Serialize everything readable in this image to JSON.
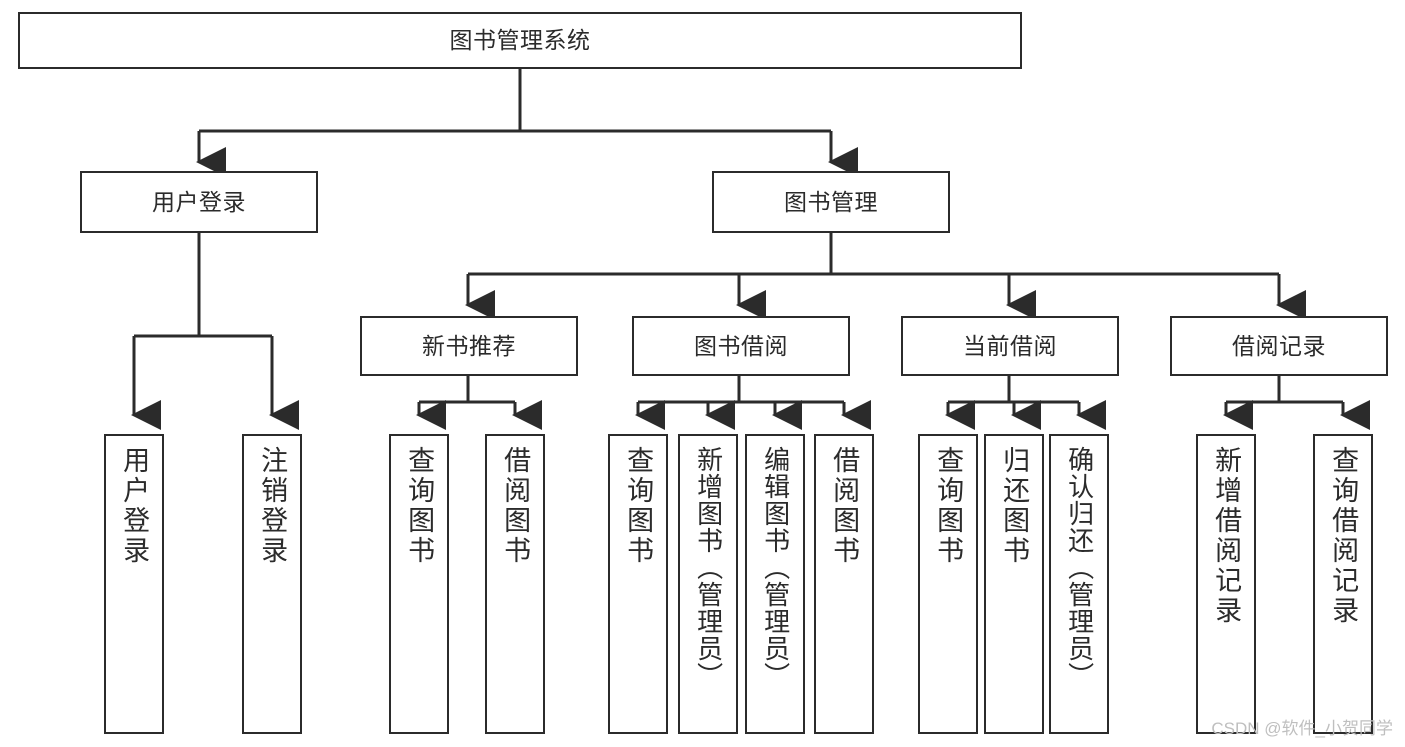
{
  "diagram": {
    "title": "图书管理系统",
    "type": "tree-hierarchy-diagram",
    "colors": {
      "stroke": "#2b2b2b",
      "fill": "#ffffff",
      "background": "#ffffff",
      "watermark": "#bfbfbf"
    },
    "root": {
      "label": "图书管理系统"
    },
    "level2": [
      {
        "label": "用户登录"
      },
      {
        "label": "图书管理"
      }
    ],
    "level3": [
      {
        "label": "新书推荐"
      },
      {
        "label": "图书借阅"
      },
      {
        "label": "当前借阅"
      },
      {
        "label": "借阅记录"
      }
    ],
    "leaves": {
      "user_login": [
        {
          "label": "用户登录"
        },
        {
          "label": "注销登录"
        }
      ],
      "new_book": [
        {
          "label": "查询图书"
        },
        {
          "label": "借阅图书"
        }
      ],
      "book_borrow": [
        {
          "label": "查询图书"
        },
        {
          "label": "新增图书（管理员）"
        },
        {
          "label": "编辑图书（管理员）"
        },
        {
          "label": "借阅图书"
        }
      ],
      "current_borrow": [
        {
          "label": "查询图书"
        },
        {
          "label": "归还图书"
        },
        {
          "label": "确认归还（管理员）"
        }
      ],
      "borrow_record": [
        {
          "label": "新增借阅记录"
        },
        {
          "label": "查询借阅记录"
        }
      ]
    }
  },
  "watermark": {
    "text": "CSDN @软件_小贺同学"
  }
}
